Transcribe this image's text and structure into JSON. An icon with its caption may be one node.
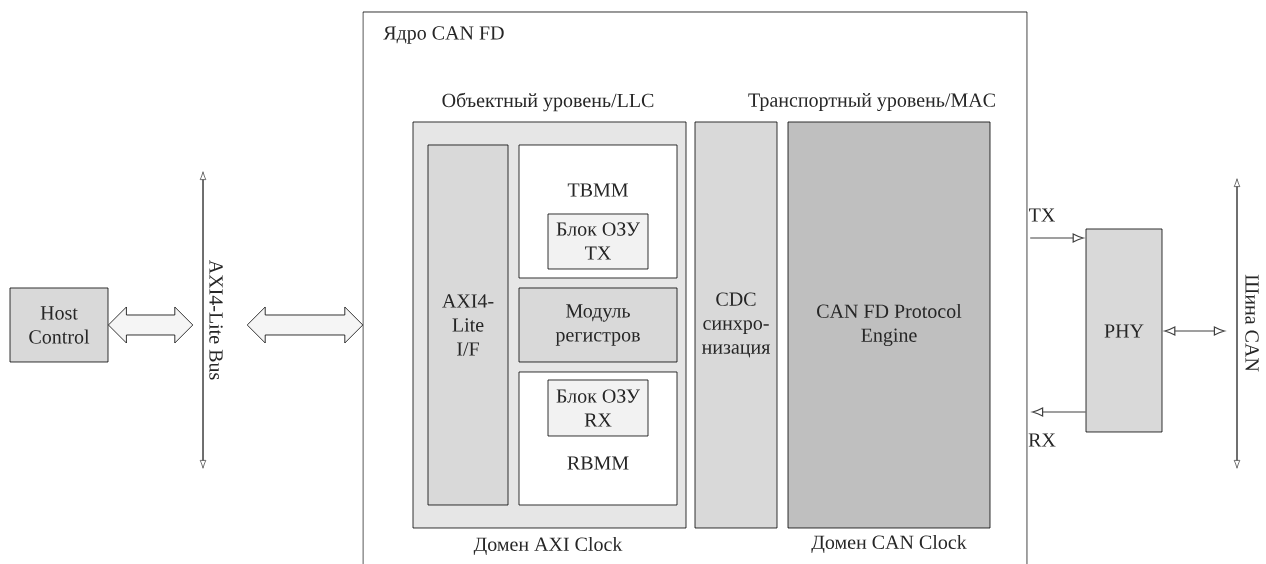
{
  "diagram": {
    "nodes": [
      {
        "text": [
          "Host Control"
        ]
      },
      {
        "text": [
          "AXI4-Lite Bus"
        ]
      },
      {
        "text": [
          "Ядро CAN FD"
        ]
      },
      {
        "text": [
          "Объектный уровень/LLC"
        ],
        "beside": [
          "Домен AXI Clock"
        ],
        "in": 2
      },
      {
        "text": [
          "AXI4-Lite I/F"
        ],
        "in": 3
      },
      {
        "text": [
          "TBMM"
        ],
        "in": 3
      },
      {
        "text": [
          "Блок ОЗУ TX"
        ],
        "in": 5
      },
      {
        "text": [
          "Модуль регистров"
        ],
        "in": 3
      },
      {
        "text": [
          "RBMM"
        ],
        "in": 3
      },
      {
        "text": [
          "Блок ОЗУ RX"
        ],
        "in": 8
      },
      {
        "text": [
          "CDC синхро-низация"
        ],
        "in": 2
      },
      {
        "text": [
          "CAN FD Protocol Engine"
        ],
        "beside": [
          "Домен CAN Clock"
        ],
        "in": 2
      },
      {
        "text": [
          "PHY"
        ]
      },
      {
        "text": [
          "Шина CAN"
        ]
      }
    ],
    "edges": [
      {
        "from": 0,
        "to": 1,
        "arrow": "both",
        "style": "thick"
      },
      {
        "from": 1,
        "to": 2,
        "arrow": "both",
        "style": "thick"
      },
      {
        "from": 2,
        "to": 12,
        "arrow": "to",
        "label": "TX"
      },
      {
        "from": 12,
        "to": 2,
        "arrow": "to",
        "label": "RX"
      },
      {
        "from": 12,
        "to": 13,
        "arrow": "both"
      }
    ],
    "labels": [
      "Транспортный уровень/MAC"
    ]
  }
}
